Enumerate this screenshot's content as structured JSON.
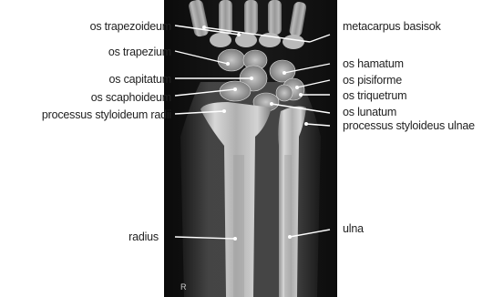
{
  "figure": {
    "marker": "R",
    "labels_left": [
      {
        "id": "os-trapezoideum",
        "text": "os trapezoideum"
      },
      {
        "id": "os-trapezium",
        "text": "os trapezium"
      },
      {
        "id": "os-capitatum",
        "text": "os capitatum"
      },
      {
        "id": "os-scaphoideum",
        "text": "os scaphoideum"
      },
      {
        "id": "processus-styloideum-radii",
        "text": "processus styloideum radii"
      },
      {
        "id": "radius",
        "text": "radius"
      }
    ],
    "labels_right": [
      {
        "id": "metacarpus-basisok",
        "text": "metacarpus basisok"
      },
      {
        "id": "os-hamatum",
        "text": "os hamatum"
      },
      {
        "id": "os-pisiforme",
        "text": "os pisiforme"
      },
      {
        "id": "os-triquetrum",
        "text": "os triquetrum"
      },
      {
        "id": "os-lunatum",
        "text": "os lunatum"
      },
      {
        "id": "processus-styloideus-ulnae",
        "text": "processus styloideus ulnae"
      },
      {
        "id": "ulna",
        "text": "ulna"
      }
    ]
  }
}
